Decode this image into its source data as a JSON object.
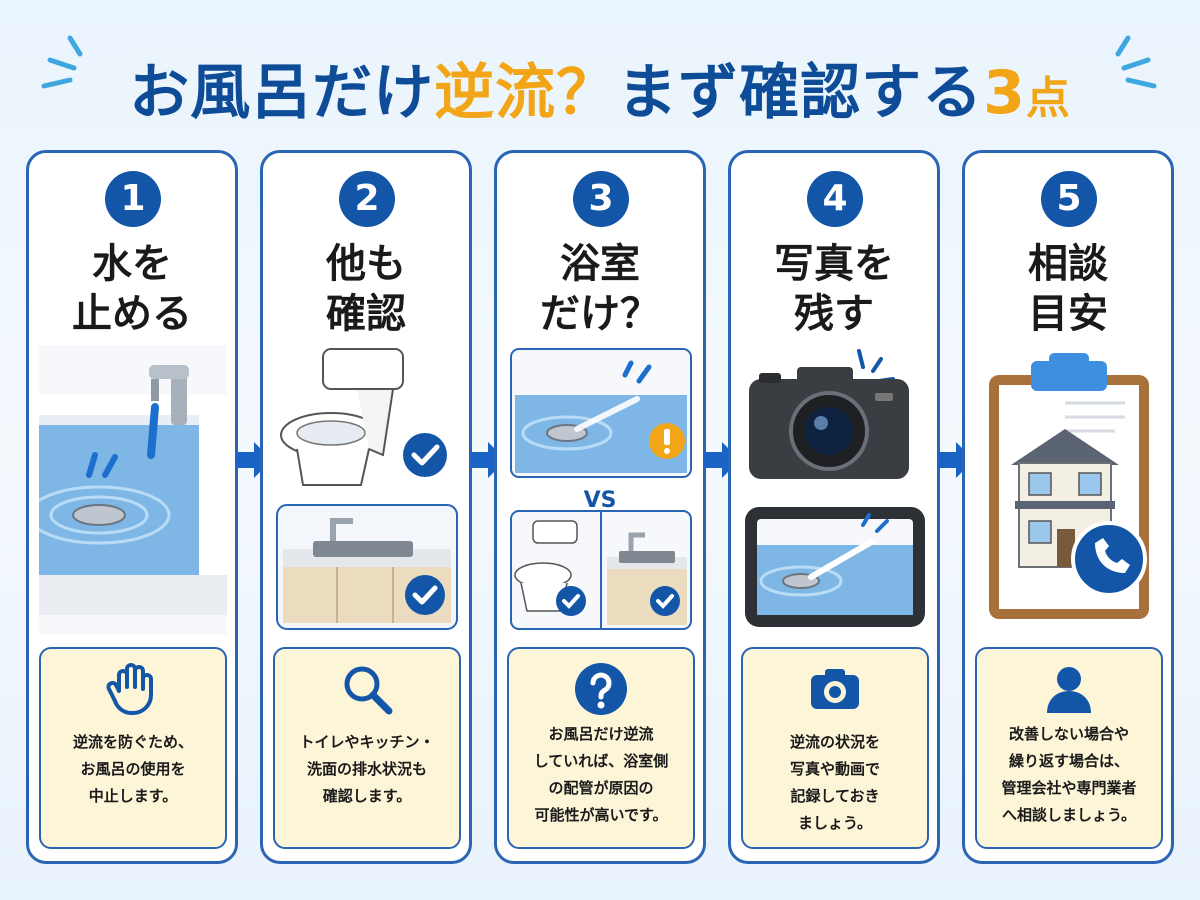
{
  "title": {
    "part1": "お風呂だけ",
    "highlight": "逆流？",
    "part2": "まず確認する",
    "number": "3",
    "suffix": "点"
  },
  "steps": [
    {
      "number": "1",
      "heading": [
        "水を",
        "止める"
      ],
      "lines": [
        "逆流を防ぐため、",
        "お風呂の使用を",
        "中止します。"
      ],
      "icon": "hand-icon"
    },
    {
      "number": "2",
      "heading": [
        "他も",
        "確認"
      ],
      "lines": [
        "トイレやキッチン・",
        "洗面の排水状況も",
        "確認します。"
      ],
      "icon": "magnifier-icon"
    },
    {
      "number": "3",
      "heading": [
        "浴室",
        "だけ？"
      ],
      "vs_label": "VS",
      "lines": [
        "お風呂だけ逆流",
        "していれば、浴室側",
        "の配管が原因の",
        "可能性が高いです。"
      ],
      "icon": "question-icon"
    },
    {
      "number": "4",
      "heading": [
        "写真を",
        "残す"
      ],
      "lines": [
        "逆流の状況を",
        "写真や動画で",
        "記録しておき",
        "ましょう。"
      ],
      "icon": "camera-icon"
    },
    {
      "number": "5",
      "heading": [
        "相談",
        "目安"
      ],
      "lines": [
        "改善しない場合や",
        "繰り返す場合は、",
        "管理会社や専門業者",
        "へ相談しましょう。"
      ],
      "icon": "person-icon"
    }
  ],
  "colors": {
    "primary": "#1356a8",
    "accent": "#f2a516",
    "note_bg": "#fdf5d8",
    "water": "#7eb7e6"
  }
}
